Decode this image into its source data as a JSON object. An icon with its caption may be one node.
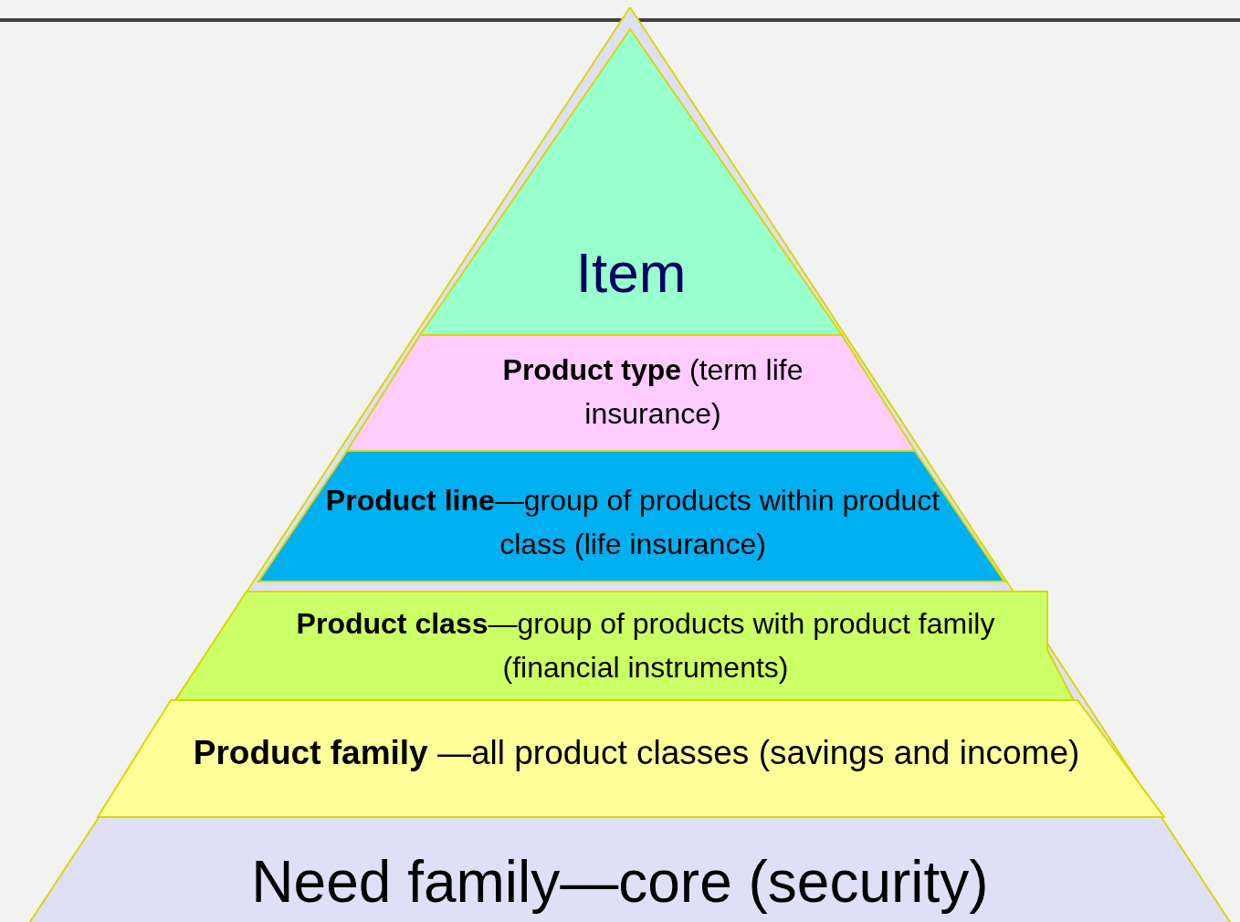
{
  "diagram": {
    "nodes": [
      {
        "text": [
          "Need family—core (security)"
        ]
      },
      {
        "text": [
          "Item"
        ],
        "in": 0
      },
      {
        "text": [
          "**Product type** (term life insurance)"
        ],
        "in": 0
      },
      {
        "text": [
          "**Product line**—group of products within product class (life insurance)"
        ],
        "in": 0
      },
      {
        "text": [
          "**Product class**—group of products with product family (financial instruments)"
        ],
        "in": 0
      },
      {
        "text": [
          "**Product family** —all product classes (savings and income)"
        ],
        "in": 0
      }
    ]
  }
}
